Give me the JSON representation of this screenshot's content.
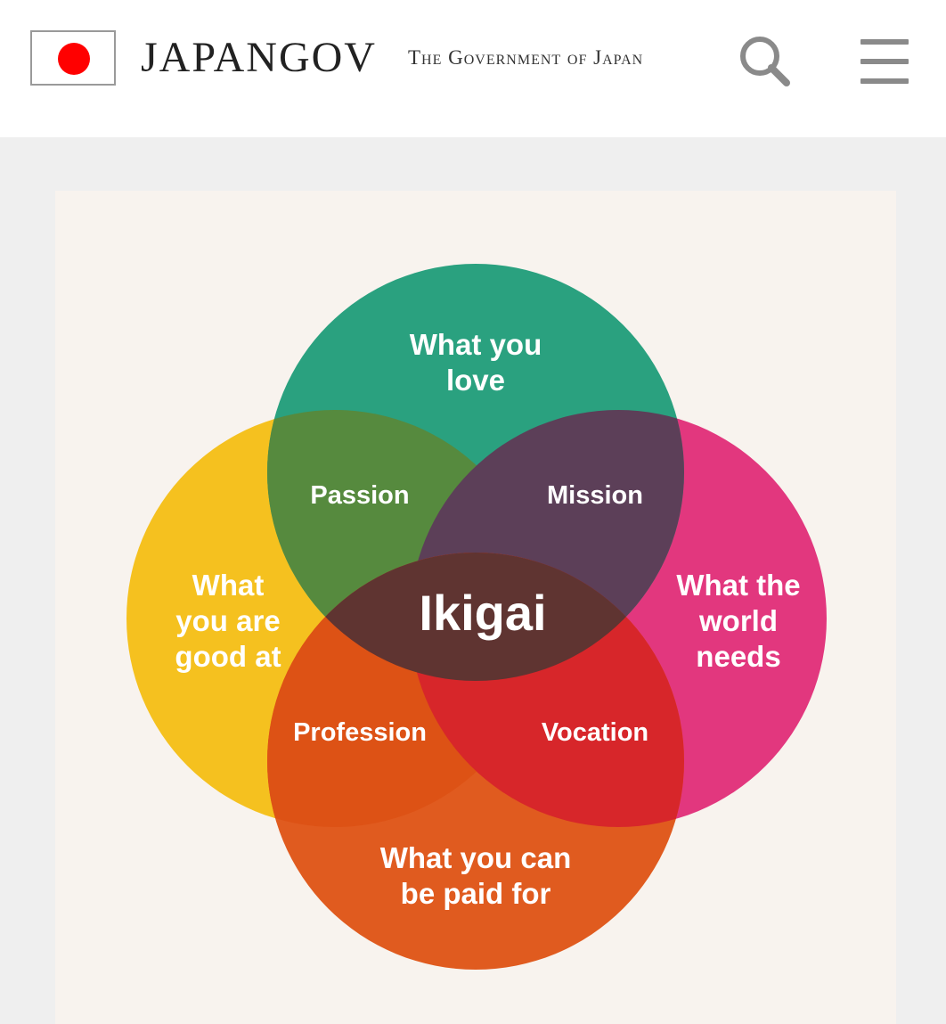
{
  "header": {
    "logo_text": "JAPANGOV",
    "tagline": "The Government of Japan",
    "search_icon": "search-icon",
    "menu_icon": "hamburger-menu-icon"
  },
  "diagram": {
    "center": "Ikigai",
    "circles": [
      {
        "key": "love",
        "label": "What you\nlove",
        "color": "#2aa17f"
      },
      {
        "key": "good_at",
        "label": "What\nyou are\ngood at",
        "color": "#f5c11f"
      },
      {
        "key": "world_needs",
        "label": "What the\nworld\nneeds",
        "color": "#e2377e"
      },
      {
        "key": "paid_for",
        "label": "What you can\nbe paid for",
        "color": "#e05b1f"
      }
    ],
    "overlaps": {
      "passion": "Passion",
      "mission": "Mission",
      "profession": "Profession",
      "vocation": "Vocation"
    },
    "colors": {
      "passion": "#568a3e",
      "mission": "#5c3f58",
      "profession": "#dd5215",
      "vocation": "#d7262a",
      "ikigai": "#5f3431"
    }
  }
}
